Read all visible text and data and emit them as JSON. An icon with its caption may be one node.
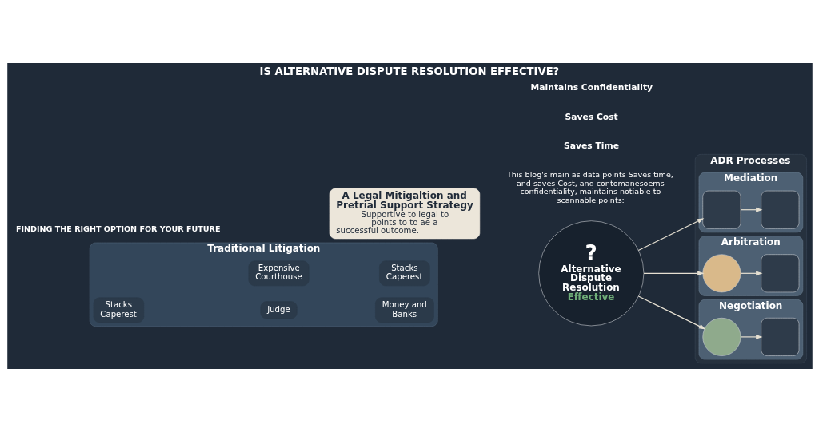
{
  "diagram": {
    "title": "IS ALTERNATIVE DISPUTE RESOLUTION EFFECTIVE?",
    "caption": "FINDING THE RIGHT OPTION FOR YOUR FUTURE",
    "nodes": [
      {
        "text": [
          "Traditional Litigation"
        ]
      },
      {
        "text": [
          "Expensive Courthouse"
        ],
        "in": 0
      },
      {
        "text": [
          "Stacks Caperest"
        ],
        "in": 0
      },
      {
        "text": [
          "Stacks Caperest"
        ],
        "in": 0
      },
      {
        "text": [
          "Judge"
        ],
        "in": 0
      },
      {
        "text": [
          "Money and Banks"
        ],
        "in": 0
      },
      {
        "text": [
          "?",
          "Alternative Dispute Resolution",
          "Effective"
        ]
      },
      {
        "text": [
          "A Legal Mitigaltion and Pretrial Support Strategy",
          "Supportive to legal to points to to ae a successful outcome."
        ]
      },
      {
        "text": [
          "ADR Processes"
        ]
      },
      {
        "text": [
          "Mediation"
        ],
        "in": 8
      },
      {
        "text": [],
        "shape": "box",
        "in": 9
      },
      {
        "text": [],
        "shape": "box",
        "in": 9
      },
      {
        "text": [
          "Arbitration"
        ],
        "in": 8
      },
      {
        "text": [],
        "shape": "circle",
        "in": 12
      },
      {
        "text": [],
        "shape": "box",
        "in": 12
      },
      {
        "text": [
          "Negotiation"
        ],
        "in": 8
      },
      {
        "text": [],
        "shape": "circle",
        "in": 15
      },
      {
        "text": [],
        "shape": "box",
        "in": 15
      }
    ],
    "edges": [
      {
        "from": 6,
        "to": 10,
        "arrow": "to"
      },
      {
        "from": 6,
        "to": 13,
        "arrow": "to"
      },
      {
        "from": 6,
        "to": 16,
        "arrow": "to"
      },
      {
        "from": 10,
        "to": 11,
        "arrow": "to"
      },
      {
        "from": 13,
        "to": 14,
        "arrow": "to"
      },
      {
        "from": 16,
        "to": 17,
        "arrow": "to"
      }
    ],
    "labels": [
      "This blog's main as data points Saves time, and saves Cost, and contomanesoems confidentiality, maintains notiable to scannable points:",
      "Saves Time",
      "Saves Cost",
      "Maintains Confidentiality"
    ]
  }
}
